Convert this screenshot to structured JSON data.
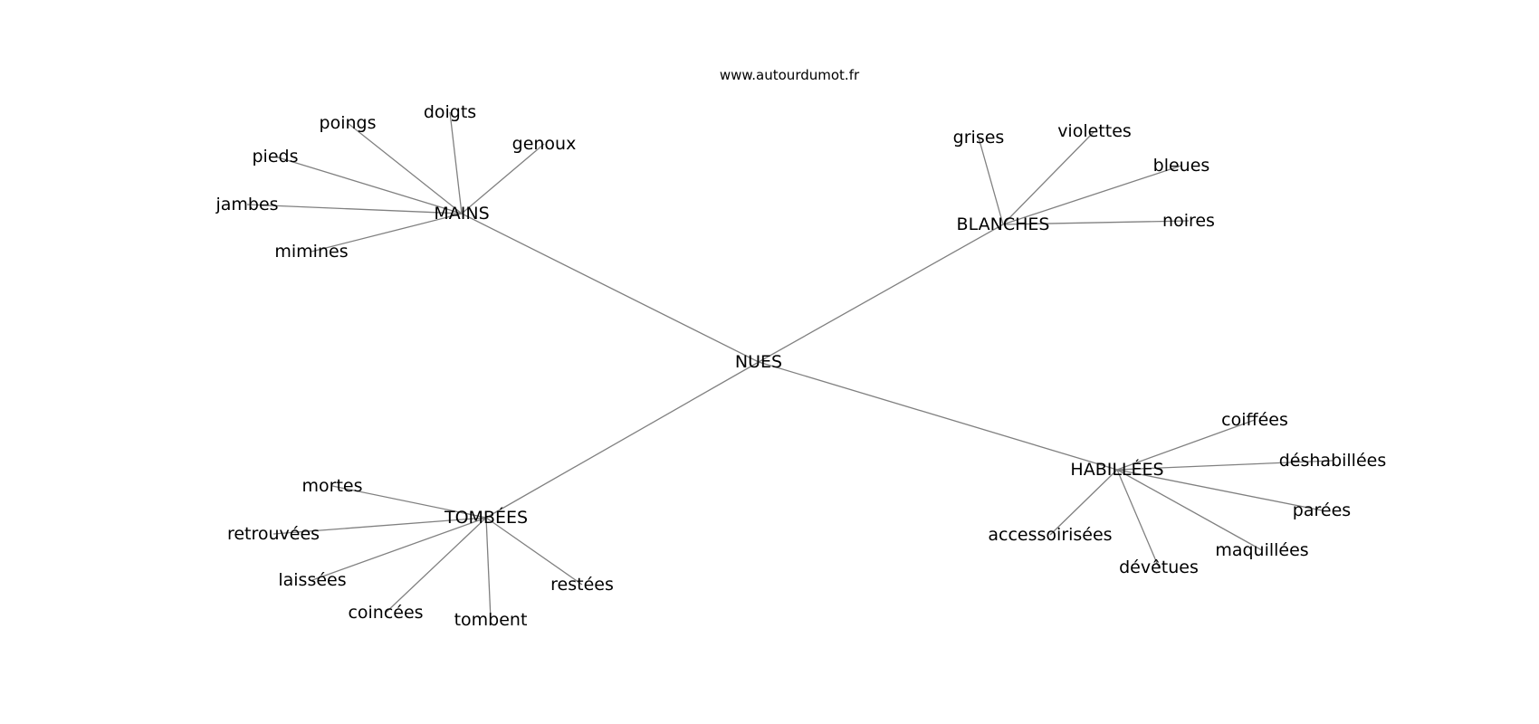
{
  "header": {
    "site": "www.autourdumot.fr"
  },
  "graph": {
    "center": "NUES",
    "groups": [
      {
        "hub": "MAINS",
        "words": [
          "doigts",
          "poings",
          "genoux",
          "pieds",
          "jambes",
          "mimines"
        ]
      },
      {
        "hub": "BLANCHES",
        "words": [
          "grises",
          "violettes",
          "bleues",
          "noires"
        ]
      },
      {
        "hub": "HABILLÉES",
        "words": [
          "coiffées",
          "déshabillées",
          "parées",
          "maquillées",
          "dévêtues",
          "accessoirisées"
        ]
      },
      {
        "hub": "TOMBÉES",
        "words": [
          "mortes",
          "retrouvées",
          "laissées",
          "coincées",
          "tombent",
          "restées"
        ]
      }
    ]
  },
  "colors": {
    "edge": "#808080",
    "text": "#000000",
    "background": "#ffffff"
  }
}
